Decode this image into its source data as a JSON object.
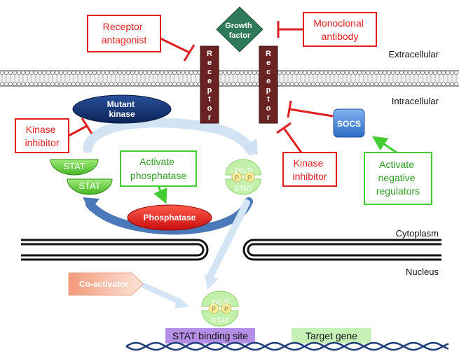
{
  "colors": {
    "inhibit": "#e02020",
    "activate": "#44cc33",
    "receptor": "#6b2222",
    "growth_factor": "#2f7a5a",
    "mutant_kinase": "#0d2f6b",
    "phosphatase": "#e61e1e",
    "socs": "#3f7fd6",
    "stat": "#6cd641",
    "coactivator": "#f7c4b0",
    "binding_site": "#b58ee6",
    "target_gene": "#c6f0b5",
    "dna": "#1f3d7a"
  },
  "icons": {
    "membrane": "lipid-bilayer-icon",
    "nuclear_envelope": "nuclear-envelope-icon",
    "dna": "dna-helix-icon",
    "inhibition": "inhibition-t-bar-icon",
    "activation": "activation-arrow-icon"
  },
  "regions": {
    "extracellular": "Extracellular",
    "intracellular": "Intracellular",
    "cytoplasm": "Cytoplasm",
    "nucleus": "Nucleus"
  },
  "molecules": {
    "growth_factor": [
      "Growth",
      "factor"
    ],
    "receptor": "Receptor",
    "mutant_kinase": [
      "Mutant",
      "kinase"
    ],
    "phosphatase": "Phosphatase",
    "socs": "SOCS",
    "stat": "STAT",
    "p": "P",
    "co_activator": "Co-activator",
    "stat_binding_site": "STAT binding site",
    "target_gene": "Target gene"
  },
  "inhibitors": {
    "receptor_antagonist": [
      "Receptor",
      "antagonist"
    ],
    "monoclonal_antibody": [
      "Monoclonal",
      "antibody"
    ],
    "kinase_inhibitor_left": [
      "Kinase",
      "inhibitor"
    ],
    "kinase_inhibitor_right": [
      "Kinase",
      "inhibitor"
    ]
  },
  "activators": {
    "activate_phosphatase": [
      "Activate",
      "phosphatase"
    ],
    "activate_negative_regulators": [
      "Activate",
      "negative",
      "regulators"
    ]
  }
}
